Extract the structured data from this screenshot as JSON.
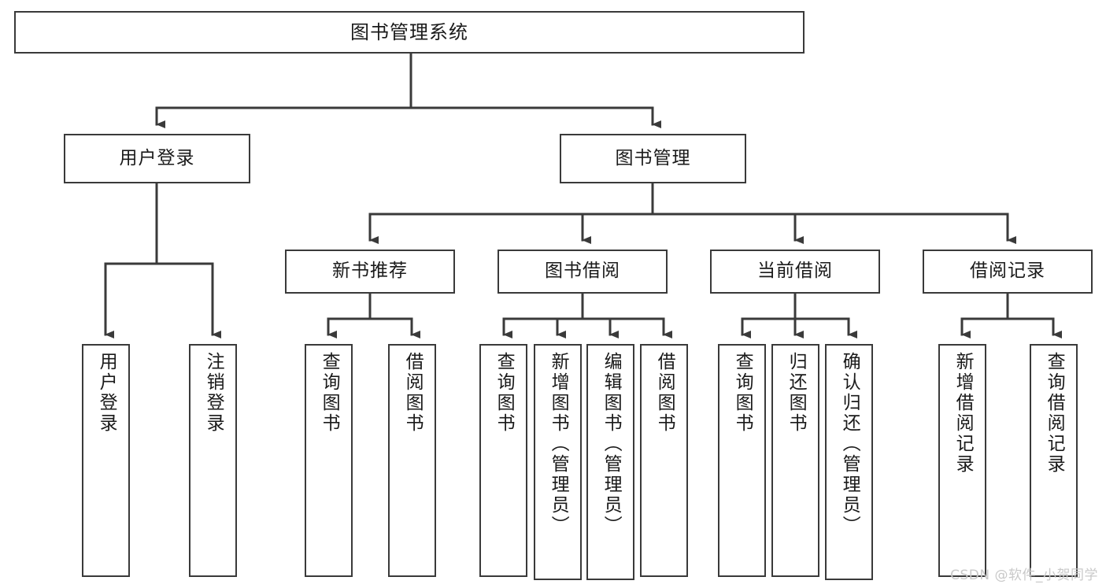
{
  "diagram": {
    "title": "图书管理系统",
    "type": "tree-hierarchy-chart",
    "colors": {
      "background": "#ffffff",
      "node_border": "#3a3a3a",
      "node_fill": "#ffffff",
      "connector": "#3a3a3a",
      "text": "#1a1a1a",
      "watermark": "#c9c9c9"
    },
    "root": {
      "label": "图书管理系统"
    },
    "level1": [
      {
        "label": "用户登录"
      },
      {
        "label": "图书管理"
      }
    ],
    "level2": [
      {
        "label": "新书推荐"
      },
      {
        "label": "图书借阅"
      },
      {
        "label": "当前借阅"
      },
      {
        "label": "借阅记录"
      }
    ],
    "leaves": {
      "user_login": [
        {
          "label": "用户登录"
        },
        {
          "label": "注销登录"
        }
      ],
      "new_book_recommend": [
        {
          "label": "查询图书"
        },
        {
          "label": "借阅图书"
        }
      ],
      "book_borrow": [
        {
          "label": "查询图书"
        },
        {
          "label": "新增图书（管理员）"
        },
        {
          "label": "编辑图书（管理员）"
        },
        {
          "label": "借阅图书"
        }
      ],
      "current_borrow": [
        {
          "label": "查询图书"
        },
        {
          "label": "归还图书"
        },
        {
          "label": "确认归还（管理员）"
        }
      ],
      "borrow_record": [
        {
          "label": "新增借阅记录"
        },
        {
          "label": "查询借阅记录"
        }
      ]
    }
  },
  "watermark": {
    "text": "CSDN @软件_小贺同学"
  }
}
